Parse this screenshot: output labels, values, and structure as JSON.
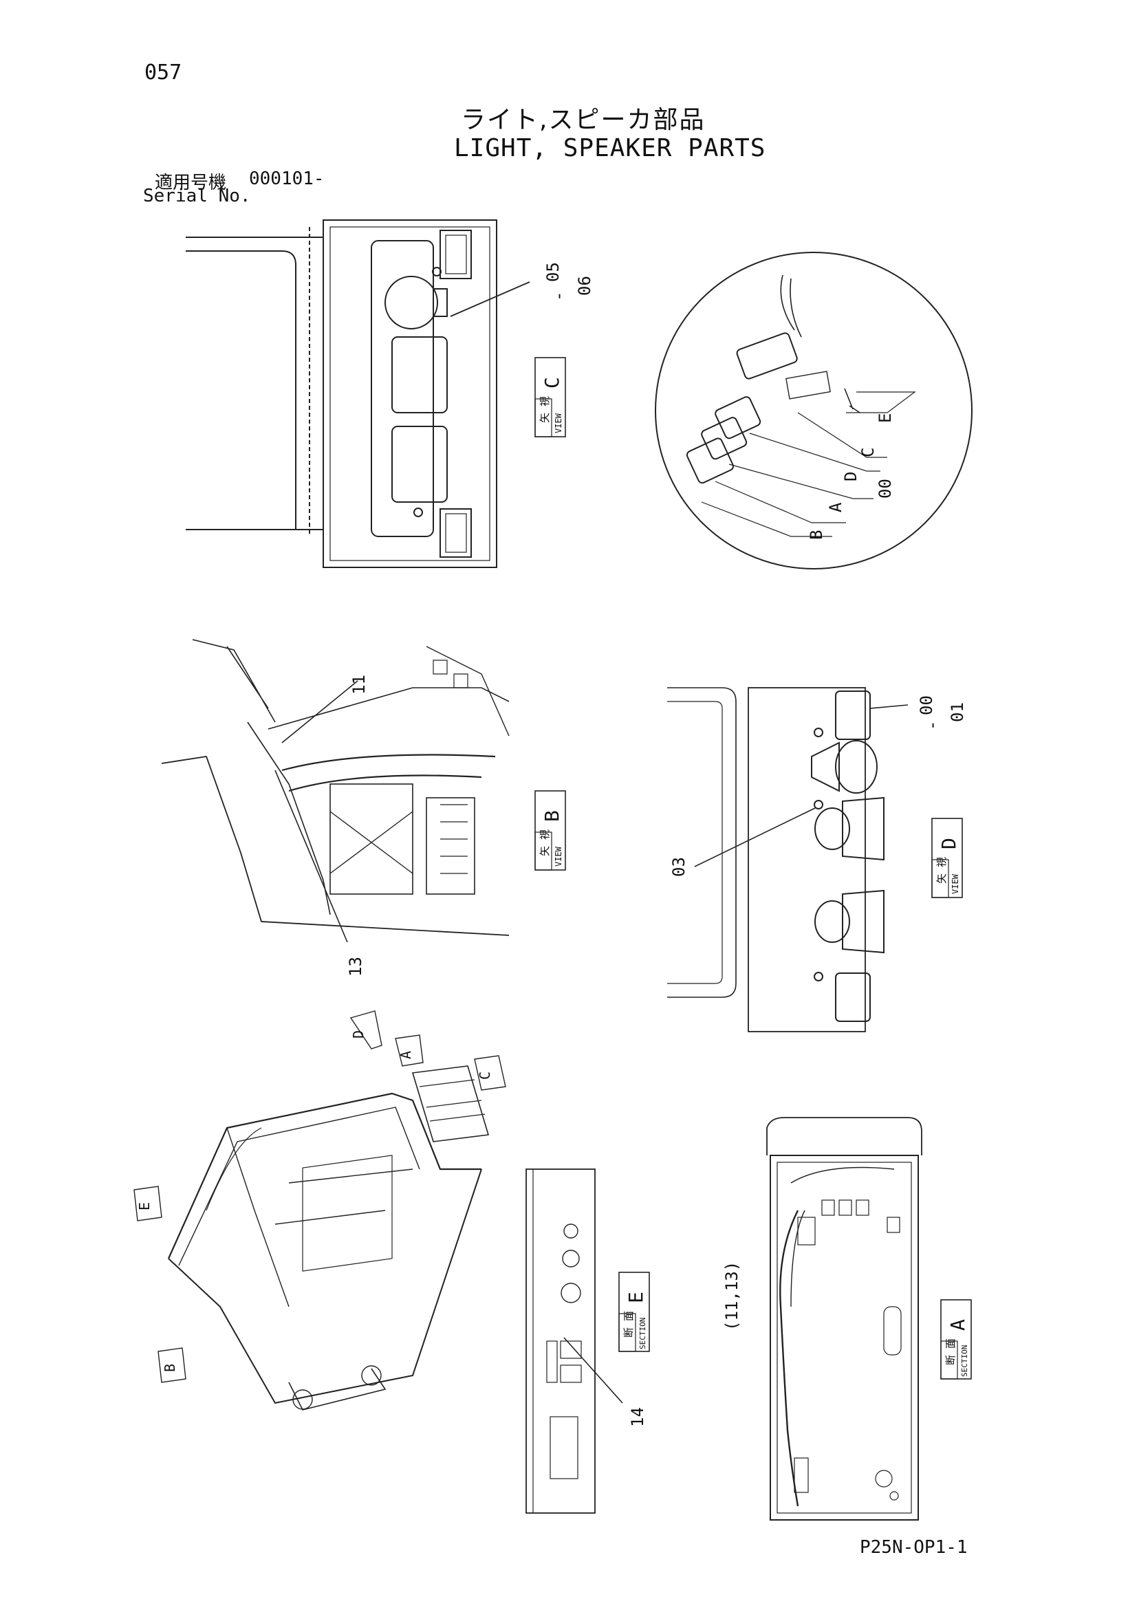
{
  "page": {
    "number": "057",
    "title_jp": "ライト,スピーカ部品",
    "title_en": "LIGHT, SPEAKER PARTS",
    "serial_label_jp": "適用号機",
    "serial_value": "000101-",
    "serial_label_en": "Serial No.",
    "footer_code": "P25N-OP1-1"
  },
  "views": {
    "view_c": {
      "jp": "矢 視",
      "en": "VIEW",
      "letter": "C",
      "callout_top": "05",
      "callout_dash": "-",
      "callout_bottom": "06"
    },
    "detail": {
      "labels": [
        "E",
        "C",
        "D",
        "00",
        "A",
        "B"
      ]
    },
    "view_b": {
      "jp": "矢 視",
      "en": "VIEW",
      "letter": "B",
      "callout_11": "11",
      "callout_13": "13"
    },
    "view_d": {
      "jp": "矢 視",
      "en": "VIEW",
      "letter": "D",
      "callout_03": "03",
      "callout_00": "00",
      "callout_dash": "-",
      "callout_01": "01"
    },
    "iso": {
      "arrows": [
        "D",
        "A",
        "C",
        "E",
        "B"
      ]
    },
    "section_e": {
      "jp": "断 面",
      "en": "SECTION",
      "letter": "E",
      "callout_14": "14"
    },
    "section_a": {
      "jp": "断 面",
      "en": "SECTION",
      "letter": "A",
      "callout": "(11,13)"
    }
  }
}
